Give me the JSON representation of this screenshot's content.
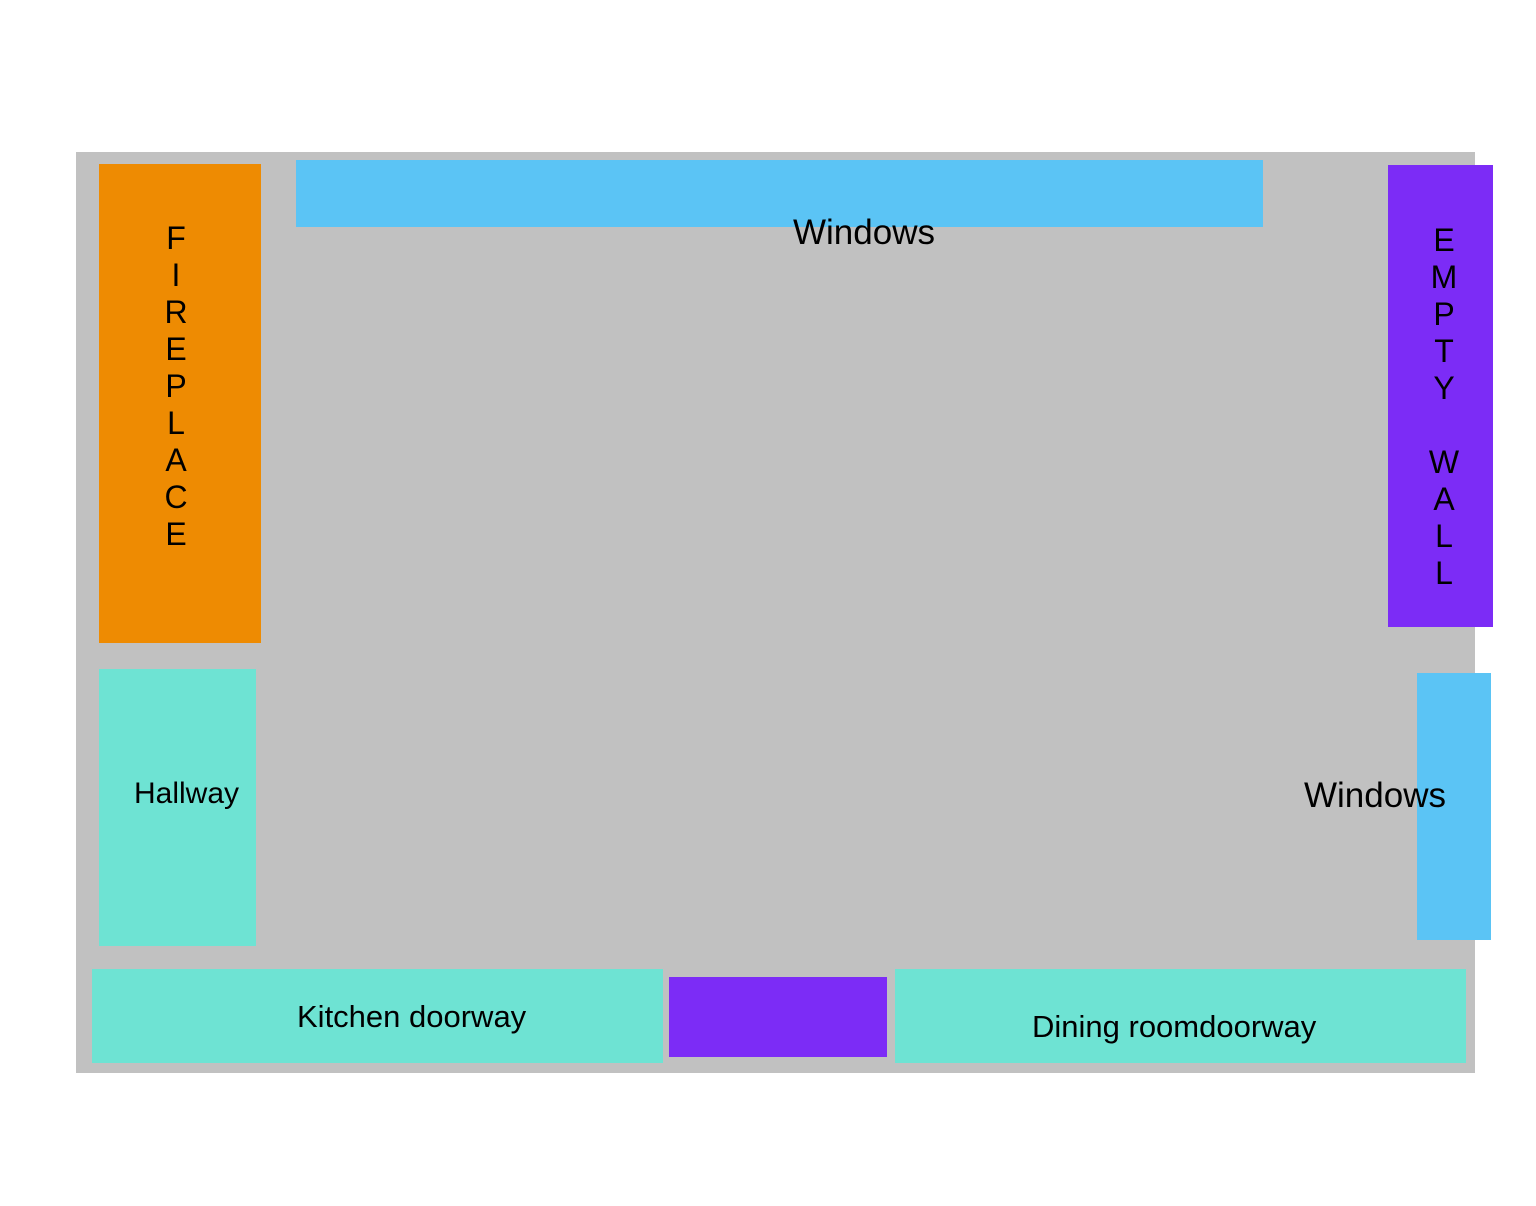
{
  "colors": {
    "room_floor": "#c1c1c1",
    "fireplace": "#ee8b02",
    "windows": "#5bc4f5",
    "empty_wall": "#7c2cf6",
    "doorway": "#6ee3d3",
    "wall_segment": "#7c2cf6",
    "text": "#000000",
    "background": "#ffffff"
  },
  "room": {
    "fireplace": {
      "label": "FIREPLACE"
    },
    "top_windows": {
      "label": "Windows"
    },
    "empty_wall": {
      "label": "EMPTY WALL"
    },
    "hallway": {
      "label": "Hallway"
    },
    "side_windows": {
      "label": "Windows"
    },
    "kitchen_doorway": {
      "label": "Kitchen doorway"
    },
    "dining_doorway": {
      "label": "Dining roomdoorway"
    }
  }
}
